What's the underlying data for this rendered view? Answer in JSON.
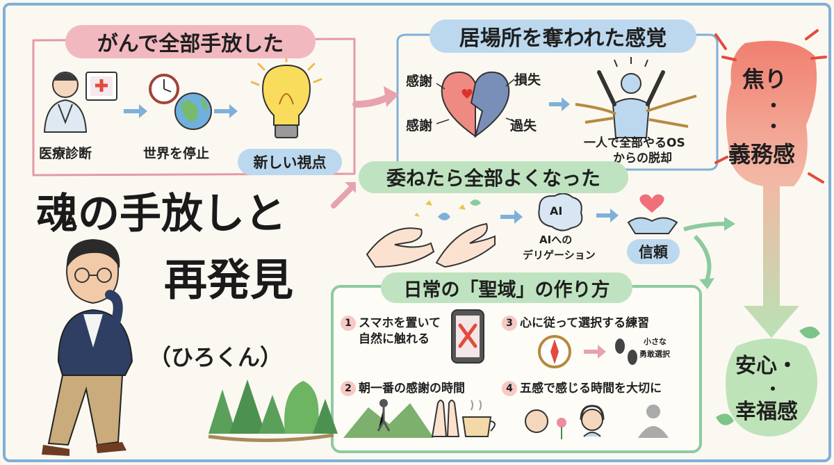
{
  "colors": {
    "pink": "#f2b8c0",
    "green": "#bfe3c0",
    "blue": "#bcd8ee",
    "yellow": "#f7e6a0",
    "flow_top": "#f08a7a",
    "flow_bottom": "#bfe3b8",
    "frame": "#7fb0d8"
  },
  "title": {
    "line1": "魂の手放しと",
    "line2": "再発見",
    "author": "（ひろくん）"
  },
  "section1": {
    "heading": "がんで全部手放した",
    "items": [
      "医療診断",
      "世界を停止",
      "新しい視点"
    ],
    "icons": [
      "doctor-icon",
      "clock-icon",
      "globe-icon",
      "lightbulb-icon"
    ]
  },
  "section2": {
    "heading": "居場所を奪われた感覚",
    "heart_labels": [
      "感謝",
      "損失",
      "感謝",
      "過失"
    ],
    "result": [
      "一人で全部やるOS",
      "からの脱却"
    ],
    "icons": [
      "broken-heart-icon",
      "person-breaking-ropes-icon"
    ]
  },
  "section3": {
    "heading": "委ねたら全部よくなった",
    "ai_badge": "AI",
    "ai_caption": [
      "AIへの",
      "デリゲーション"
    ],
    "trust": "信頼",
    "icons": [
      "open-hands-icon",
      "brain-icon",
      "heart-hands-icon"
    ]
  },
  "section4": {
    "heading": "日常の「聖域」の作り方",
    "steps": [
      {
        "num": "1",
        "text": [
          "スマホを置いて",
          "自然に触れる"
        ]
      },
      {
        "num": "2",
        "text": [
          "朝一番の感謝の時間"
        ]
      },
      {
        "num": "3",
        "text": [
          "心に従って選択する練習"
        ]
      },
      {
        "num": "4",
        "text": [
          "五感で感じる時間を大切に"
        ]
      }
    ],
    "small_note": [
      "小さな",
      "勇敢選択"
    ],
    "icons": [
      "phone-crossed-icon",
      "compass-icon",
      "footprints-icon",
      "hiker-icon",
      "praying-hands-icon",
      "coffee-cup-icon",
      "flower-smell-icon",
      "headphones-icon",
      "meditation-icon"
    ]
  },
  "right_flow": {
    "top": [
      "焦り",
      "・",
      "・",
      "義務感"
    ],
    "bottom": [
      "安心・",
      "・",
      "幸福感"
    ]
  }
}
